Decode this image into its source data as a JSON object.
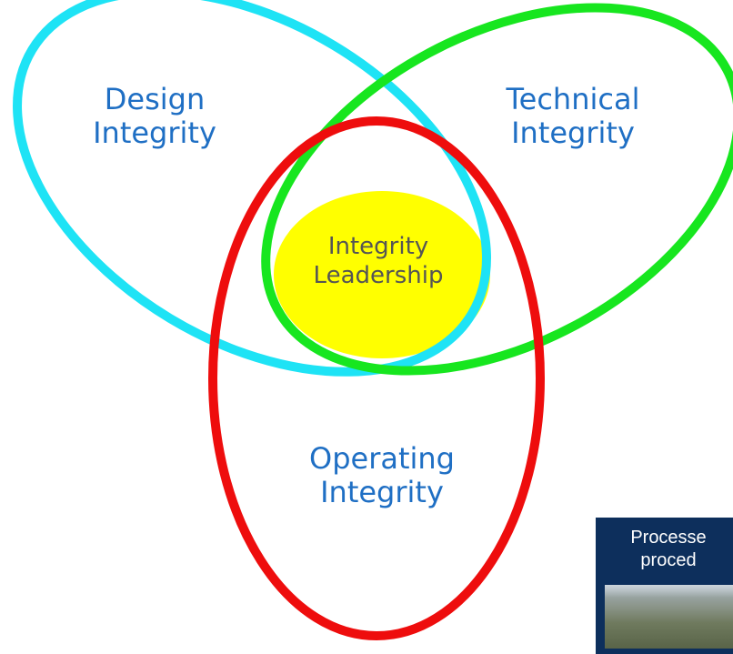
{
  "diagram": {
    "circles": [
      {
        "id": "design",
        "color": "#1ee3f5",
        "label_lines": [
          "Design",
          "Integrity"
        ]
      },
      {
        "id": "technical",
        "color": "#17e61f",
        "label_lines": [
          "Technical",
          "Integrity"
        ]
      },
      {
        "id": "operating",
        "color": "#ee0d0d",
        "label_lines": [
          "Operating",
          "Integrity"
        ]
      }
    ],
    "center": {
      "fill": "#ffff00",
      "label_lines": [
        "Integrity",
        "Leadership"
      ]
    }
  },
  "thumbnail": {
    "title_lines": [
      "Processe",
      "proced"
    ],
    "background": "#0d2f5c"
  }
}
